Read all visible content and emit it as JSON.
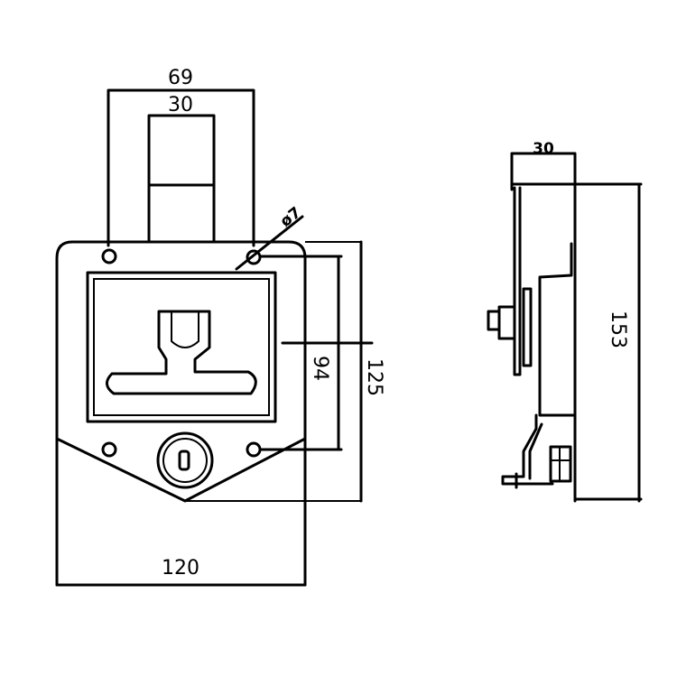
{
  "drawing": {
    "front_view": {
      "dimensions": {
        "top_width": "69",
        "slot_width": "30",
        "hole_diameter": "ø7",
        "hole_spacing_vertical": "94",
        "height": "125",
        "width": "120"
      }
    },
    "side_view": {
      "dimensions": {
        "depth": "30",
        "height": "153"
      }
    },
    "colors": {
      "line": "#000000",
      "background": "#ffffff"
    }
  }
}
